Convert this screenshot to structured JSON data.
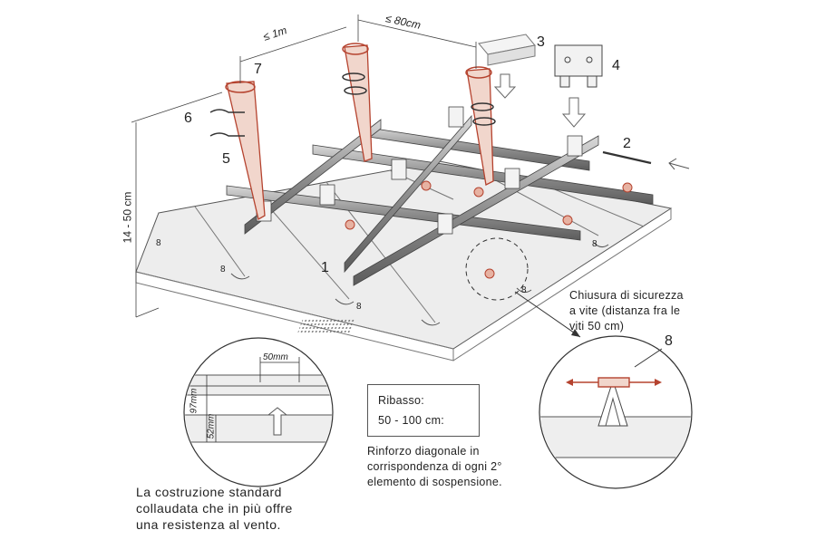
{
  "dimensions": {
    "spacing_bearers": "≤ 1m",
    "spacing_runners": "≤ 80cm",
    "height_range": "14 - 50 cm"
  },
  "callouts": [
    "1",
    "2",
    "3",
    "4",
    "5",
    "6",
    "7",
    "8"
  ],
  "panel_mark": "8",
  "screw_lock_note": [
    "Chiusura di sicurezza",
    "a vite (distanza fra le",
    "viti 50 cm)"
  ],
  "profile_detail": {
    "pitch": "50mm",
    "height_total": "97mm",
    "height_panel": "52mm"
  },
  "drop_box": {
    "title": "Ribasso:",
    "value": "50 - 100 cm:"
  },
  "diagonal_note": [
    "Rinforzo diagonale in",
    "corrispondenza di ogni 2°",
    "elemento di sospensione."
  ],
  "standard_note": [
    "La costruzione standard",
    "collaudata che in più offre",
    "una resistenza al vento."
  ],
  "colors": {
    "hanger": "#b5432f",
    "rail": "#9a9a9a",
    "panel": "#ececec",
    "line": "#333333"
  }
}
